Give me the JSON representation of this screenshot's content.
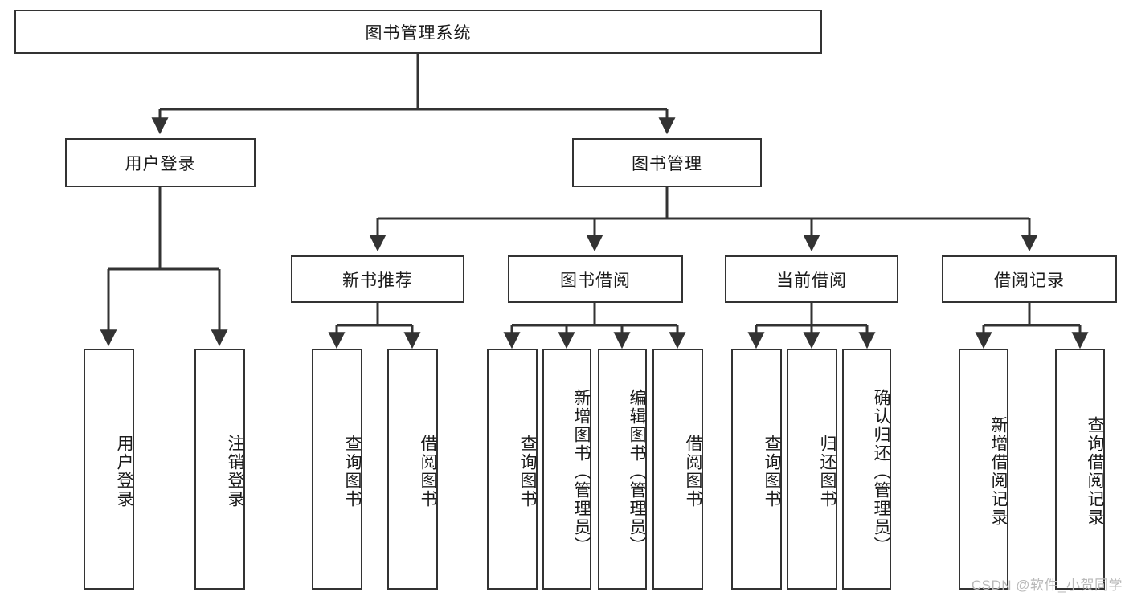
{
  "diagram": {
    "type": "hierarchy-tree",
    "title": "图书管理系统",
    "watermark": "CSDN @软件_小贺同学",
    "colors": {
      "background": "#ffffff",
      "stroke": "#333333",
      "text": "#1a1a1a",
      "watermark": "#b9b9b9"
    },
    "root": {
      "label": "图书管理系统"
    },
    "level2": [
      {
        "label": "用户登录"
      },
      {
        "label": "图书管理"
      }
    ],
    "level3": [
      {
        "label": "新书推荐"
      },
      {
        "label": "图书借阅"
      },
      {
        "label": "当前借阅"
      },
      {
        "label": "借阅记录"
      }
    ],
    "leaves": {
      "user_login": [
        {
          "label": "用户登录"
        },
        {
          "label": "注销登录"
        }
      ],
      "new_book_recommend": [
        {
          "label": "查询图书"
        },
        {
          "label": "借阅图书"
        }
      ],
      "book_borrow": [
        {
          "label": "查询图书"
        },
        {
          "label": "新增图书（管理员）"
        },
        {
          "label": "编辑图书（管理员）"
        },
        {
          "label": "借阅图书"
        }
      ],
      "current_borrow": [
        {
          "label": "查询图书"
        },
        {
          "label": "归还图书"
        },
        {
          "label": "确认归还（管理员）"
        }
      ],
      "borrow_record": [
        {
          "label": "新增借阅记录"
        },
        {
          "label": "查询借阅记录"
        }
      ]
    }
  }
}
